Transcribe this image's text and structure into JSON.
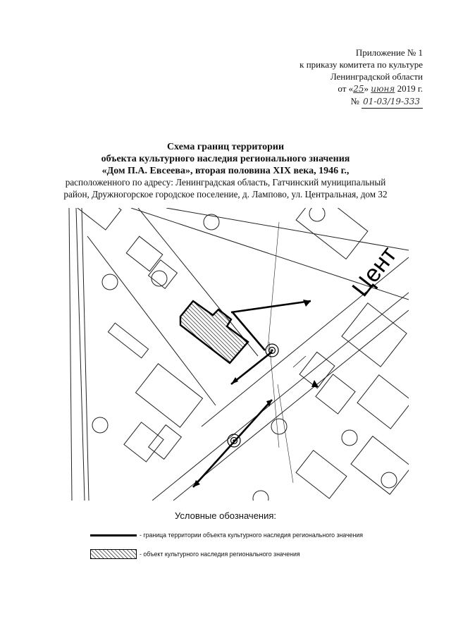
{
  "header": {
    "line1": "Приложение № 1",
    "line2": "к приказу комитета по культуре",
    "line3": "Ленинградской области",
    "date_prefix": "от «",
    "date_day": "25",
    "date_mid": "»",
    "date_month": "июня",
    "date_year": "2019 г.",
    "number_prefix": "№",
    "number_value": "01-03/19-333"
  },
  "title": {
    "line1": "Схема границ территории",
    "line2": "объекта культурного наследия регионального значения",
    "line3": "«Дом П.А. Евсеева», вторая половина XIX века, 1946 г.,"
  },
  "address": {
    "line1": "расположенного по адресу: Ленинградская область, Гатчинский муниципальный",
    "line2": "район, Дружногорское городское поселение, д. Лампово, ул. Центральная, дом 32"
  },
  "map": {
    "street_label": "Цент"
  },
  "legend": {
    "title": "Условные обозначения:",
    "boundary_label": "- граница территории объекта культурного наследия регионального значения",
    "object_label": "- объект культурного наследия регионального значения"
  }
}
